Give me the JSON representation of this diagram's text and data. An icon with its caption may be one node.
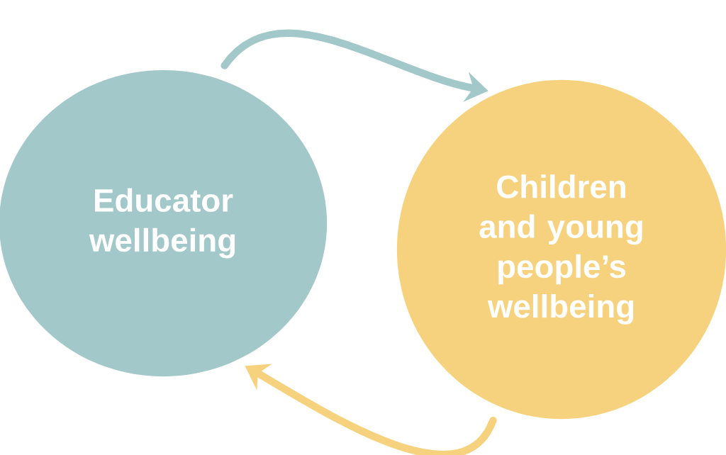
{
  "diagram": {
    "nodes": [
      {
        "text": [
          "Educator wellbeing"
        ]
      },
      {
        "text": [
          "Children and young people’s wellbeing"
        ]
      }
    ],
    "edges": [
      {
        "from": 0,
        "to": 1,
        "arrow": "to",
        "color": "#a2c8c9"
      },
      {
        "from": 1,
        "to": 0,
        "arrow": "to",
        "color": "#f7d27e"
      }
    ]
  }
}
